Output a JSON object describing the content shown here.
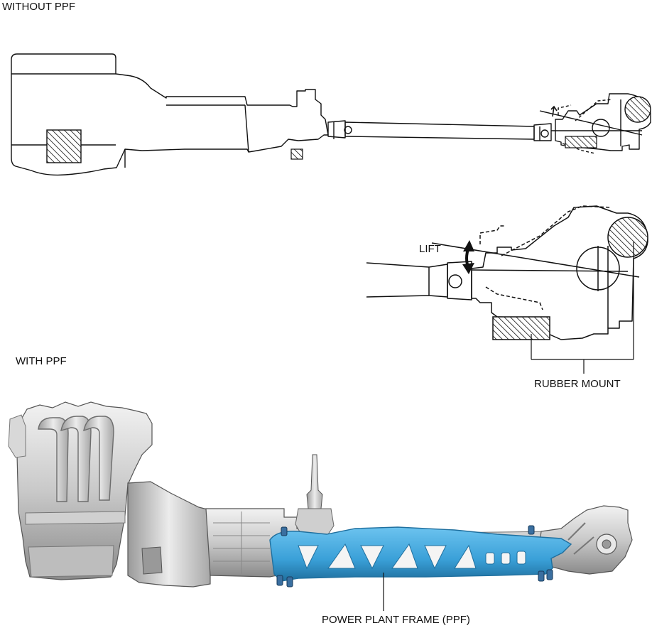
{
  "labels": {
    "without_ppf": "WITHOUT PPF",
    "with_ppf": "WITH PPF",
    "lift": "LIFT",
    "rubber_mount": "RUBBER MOUNT",
    "ppf": "POWER PLANT FRAME (PPF)"
  },
  "colors": {
    "frame_blue": "#3aa0d8",
    "frame_blue_dark": "#1f6f9e",
    "metal_light": "#e6e6e6",
    "metal_mid": "#b9b9b9",
    "metal_dark": "#6d6d6d",
    "line": "#111111"
  }
}
